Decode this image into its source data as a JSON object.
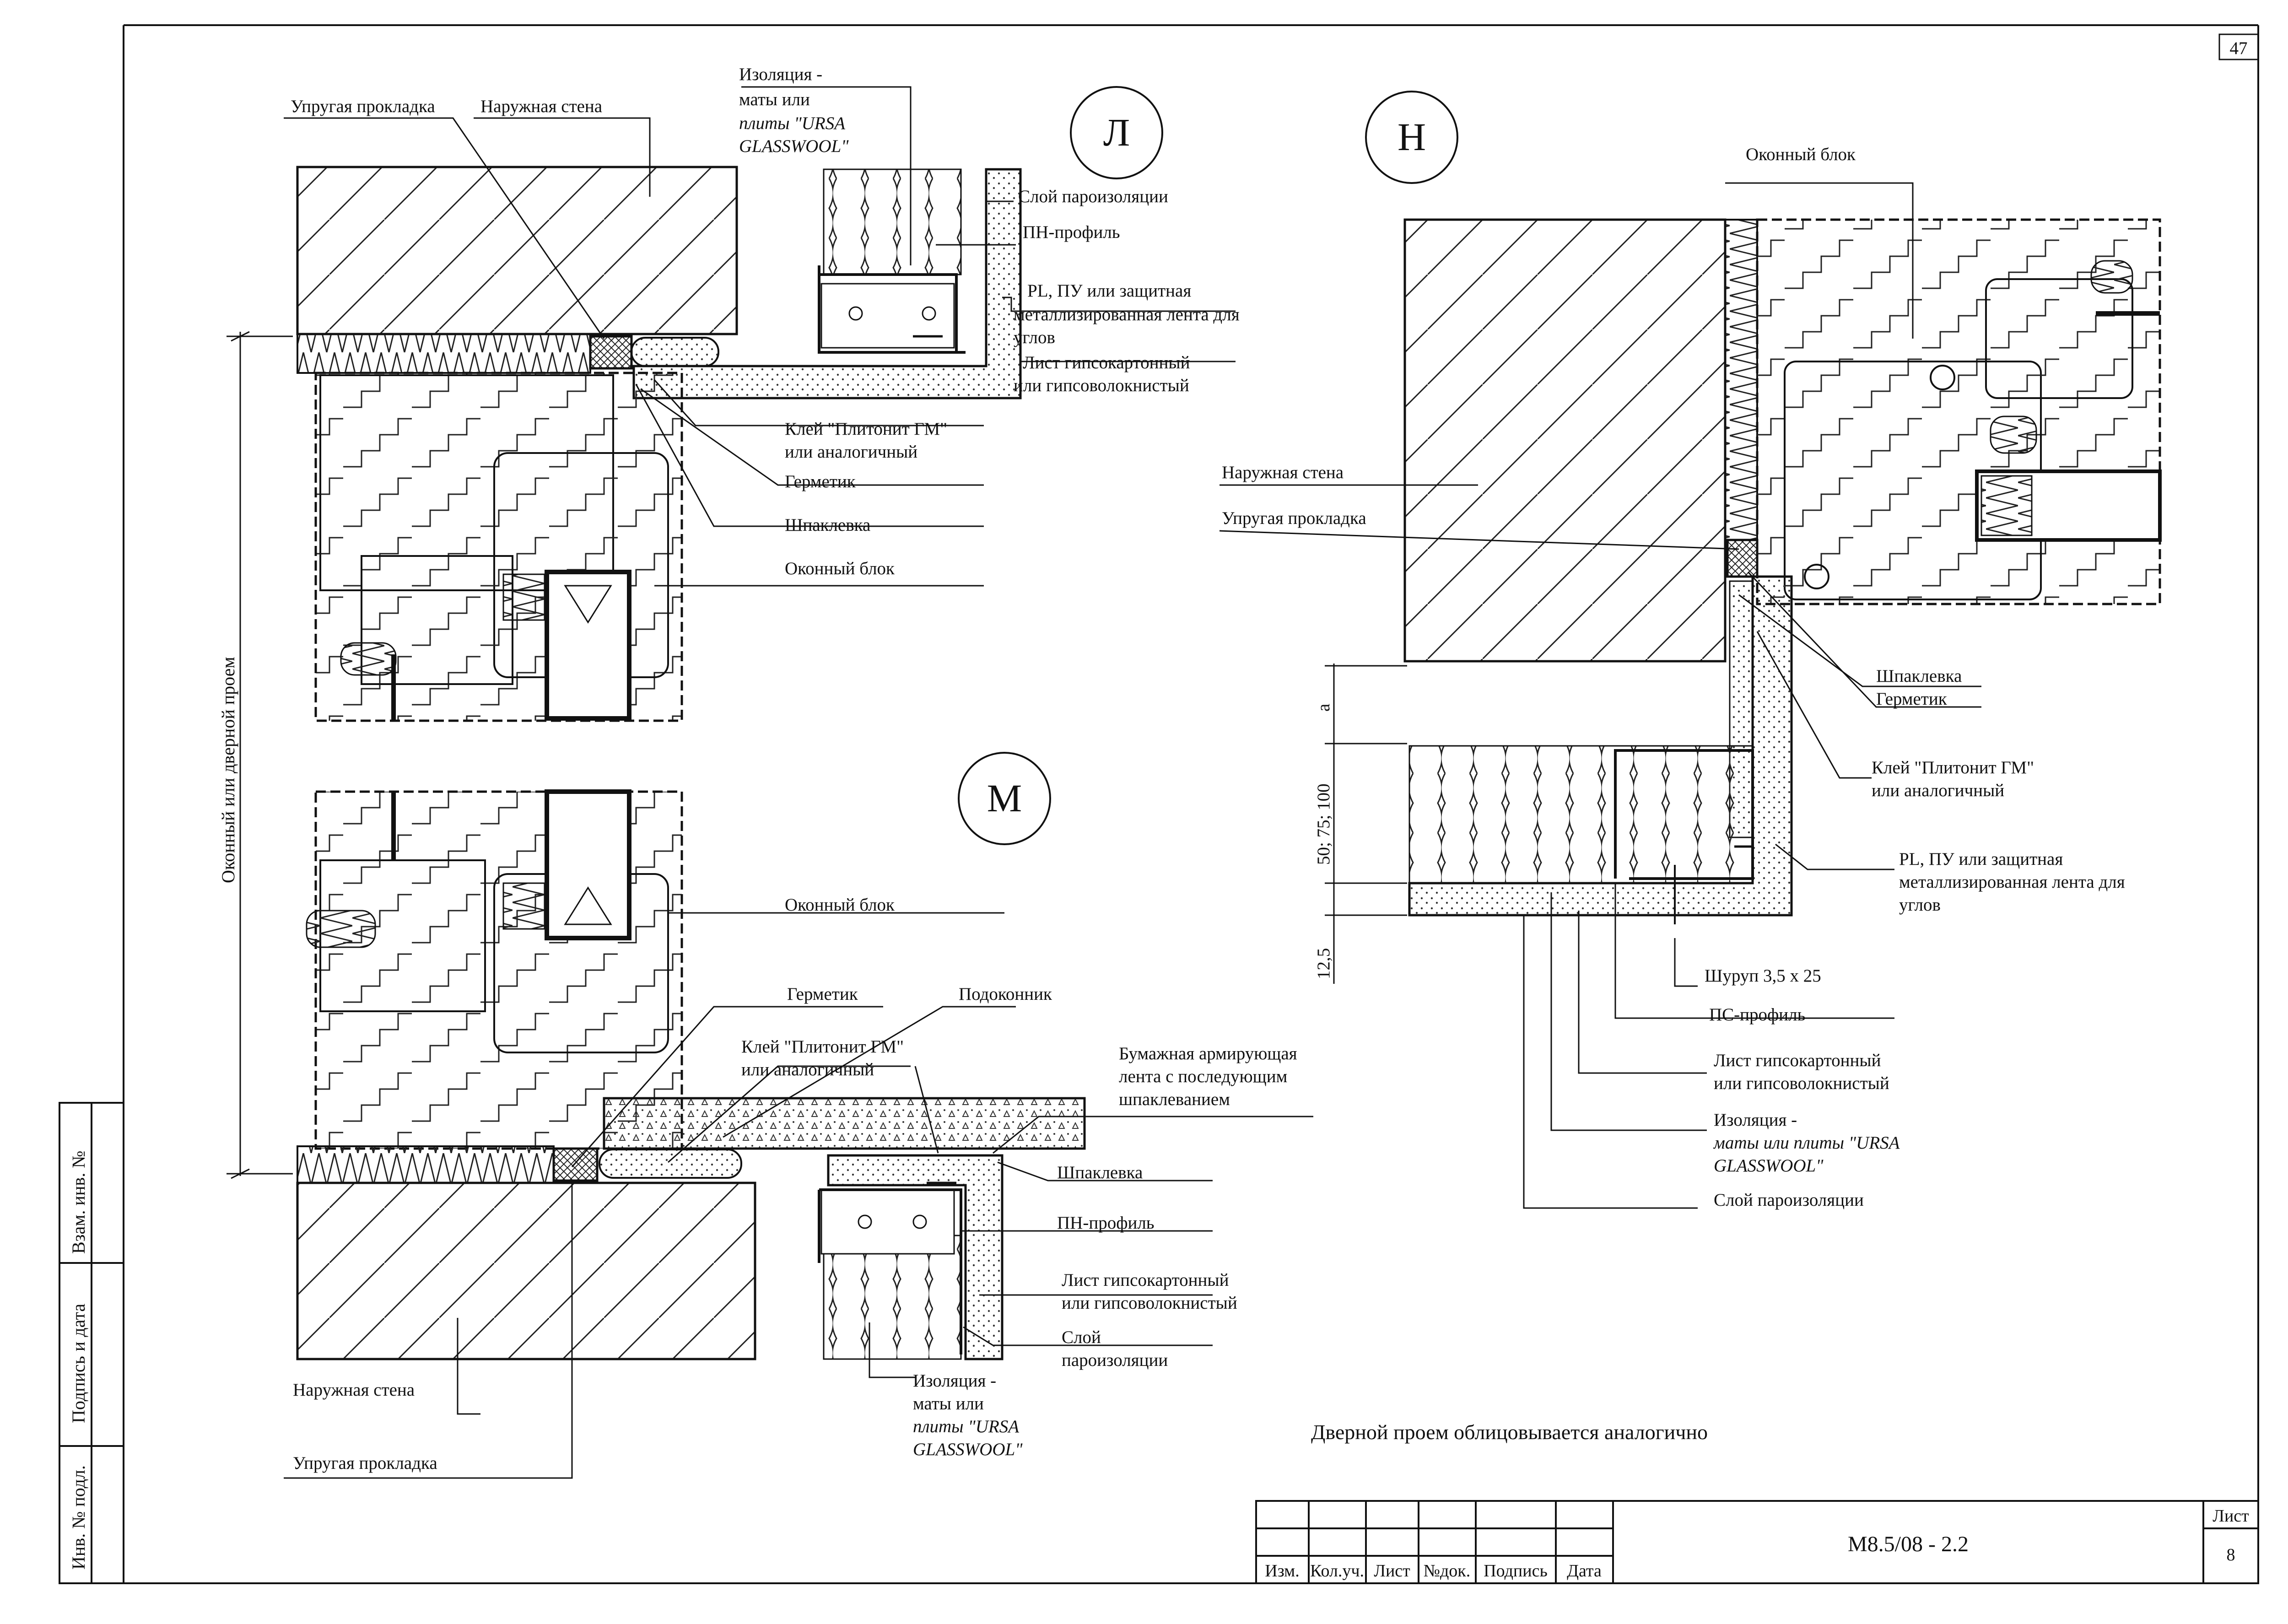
{
  "sheet_page_number": "47",
  "sheet_code": "М8.5/08 - 2.2",
  "list_label": "Лист",
  "list_number": "8",
  "note": "Дверной проем облицовывается аналогично",
  "side_stamp": {
    "vzam": "Взам. инв. №",
    "podpis": "Подпись и дата",
    "inv": "Инв. № подл."
  },
  "title_block_headers": [
    "Изм.",
    "Кол.уч.",
    "Лист",
    "№док.",
    "Подпись",
    "Дата"
  ],
  "opening_label": "Оконный или дверной проем",
  "details": {
    "L": {
      "mark": "Л",
      "labels": {
        "elastic_gasket": "Упругая прокладка",
        "outer_wall": "Наружная стена",
        "insulation_1": "Изоляция -",
        "insulation_2": "маты или",
        "insulation_3": "плиты \"URSA",
        "insulation_4": "GLASSWOOL\"",
        "vapor_barrier": "Слой пароизоляции",
        "pn_profile": "ПН-профиль",
        "tape_1": "PL, ПУ или защитная",
        "tape_2": "металлизированная лента для",
        "tape_3": "углов",
        "sheet_1": "Лист гипсокартонный",
        "sheet_2": "или гипсоволокнистый",
        "glue_1": "Клей \"Плитонит ГМ\"",
        "glue_2": "или аналогичный",
        "sealant": "Герметик",
        "putty": "Шпаклевка",
        "window_block": "Оконный блок"
      }
    },
    "M": {
      "mark": "М",
      "labels": {
        "window_block": "Оконный блок",
        "sealant": "Герметик",
        "sill": "Подоконник",
        "glue_1": "Клей \"Плитонит ГМ\"",
        "glue_2": "или аналогичный",
        "tape_1": "Бумажная армирующая",
        "tape_2": "лента с последующим",
        "tape_3": "шпаклеванием",
        "putty": "Шпаклевка",
        "pn_profile": "ПН-профиль",
        "sheet_1": "Лист гипсокартонный",
        "sheet_2": "или гипсоволокнистый",
        "vapor_1": "Слой",
        "vapor_2": "пароизоляции",
        "outer_wall": "Наружная стена",
        "insulation_1": "Изоляция -",
        "insulation_2": "маты или",
        "insulation_3": "плиты \"URSA",
        "insulation_4": "GLASSWOOL\"",
        "elastic_gasket": "Упругая прокладка"
      }
    },
    "N": {
      "mark": "Н",
      "labels": {
        "window_block": "Оконный блок",
        "outer_wall": "Наружная стена",
        "elastic_gasket": "Упругая прокладка",
        "putty": "Шпаклевка",
        "sealant": "Герметик",
        "glue_1": "Клей \"Плитонит ГМ\"",
        "glue_2": "или аналогичный",
        "tape_1": "PL, ПУ или защитная",
        "tape_2": "металлизированная лента для",
        "tape_3": "углов",
        "screw": "Шуруп 3,5 х 25",
        "ps_profile": "ПС-профиль",
        "sheet_1": "Лист гипсокартонный",
        "sheet_2": "или гипсоволокнистый",
        "insulation_1": "Изоляция -",
        "insulation_2": "маты или плиты \"URSA",
        "insulation_3": "GLASSWOOL\"",
        "vapor_barrier": "Слой пароизоляции"
      },
      "dims": {
        "a": "a",
        "stud": "50; 75; 100",
        "board": "12,5"
      }
    }
  }
}
